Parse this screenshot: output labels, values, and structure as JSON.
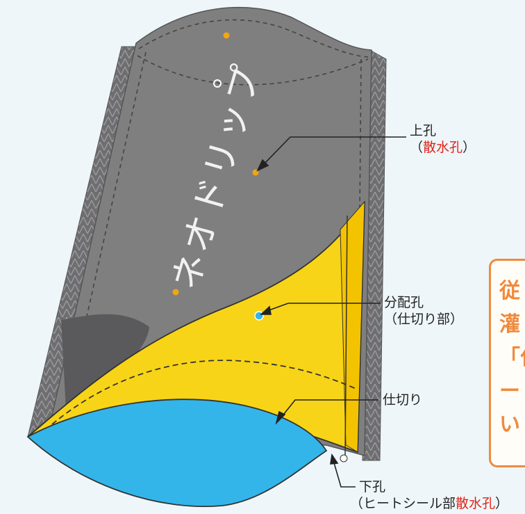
{
  "product_name": "ネオドリップ",
  "labels": {
    "upper_hole": {
      "line1": "上孔",
      "open": "（",
      "accent": "散水孔",
      "close": "）"
    },
    "distribution_hole": {
      "line1": "分配孔",
      "line2": "（仕切り部）"
    },
    "partition": "仕切り",
    "lower_hole": {
      "line1": "下孔",
      "prefix": "（ヒートシール部",
      "accent": "散水孔",
      "close": "）"
    }
  },
  "callout_chars": [
    "従",
    "灌",
    "「付",
    "ー",
    "い"
  ],
  "colors": {
    "tube_gray": "#7f7f80",
    "seam_gray": "#6e6e70",
    "partition_yellow": "#f7d417",
    "water_blue": "#33b5ea",
    "hole_orange": "#f2a516",
    "accent_red": "#e2231a",
    "callout_orange": "#f08a3c"
  }
}
